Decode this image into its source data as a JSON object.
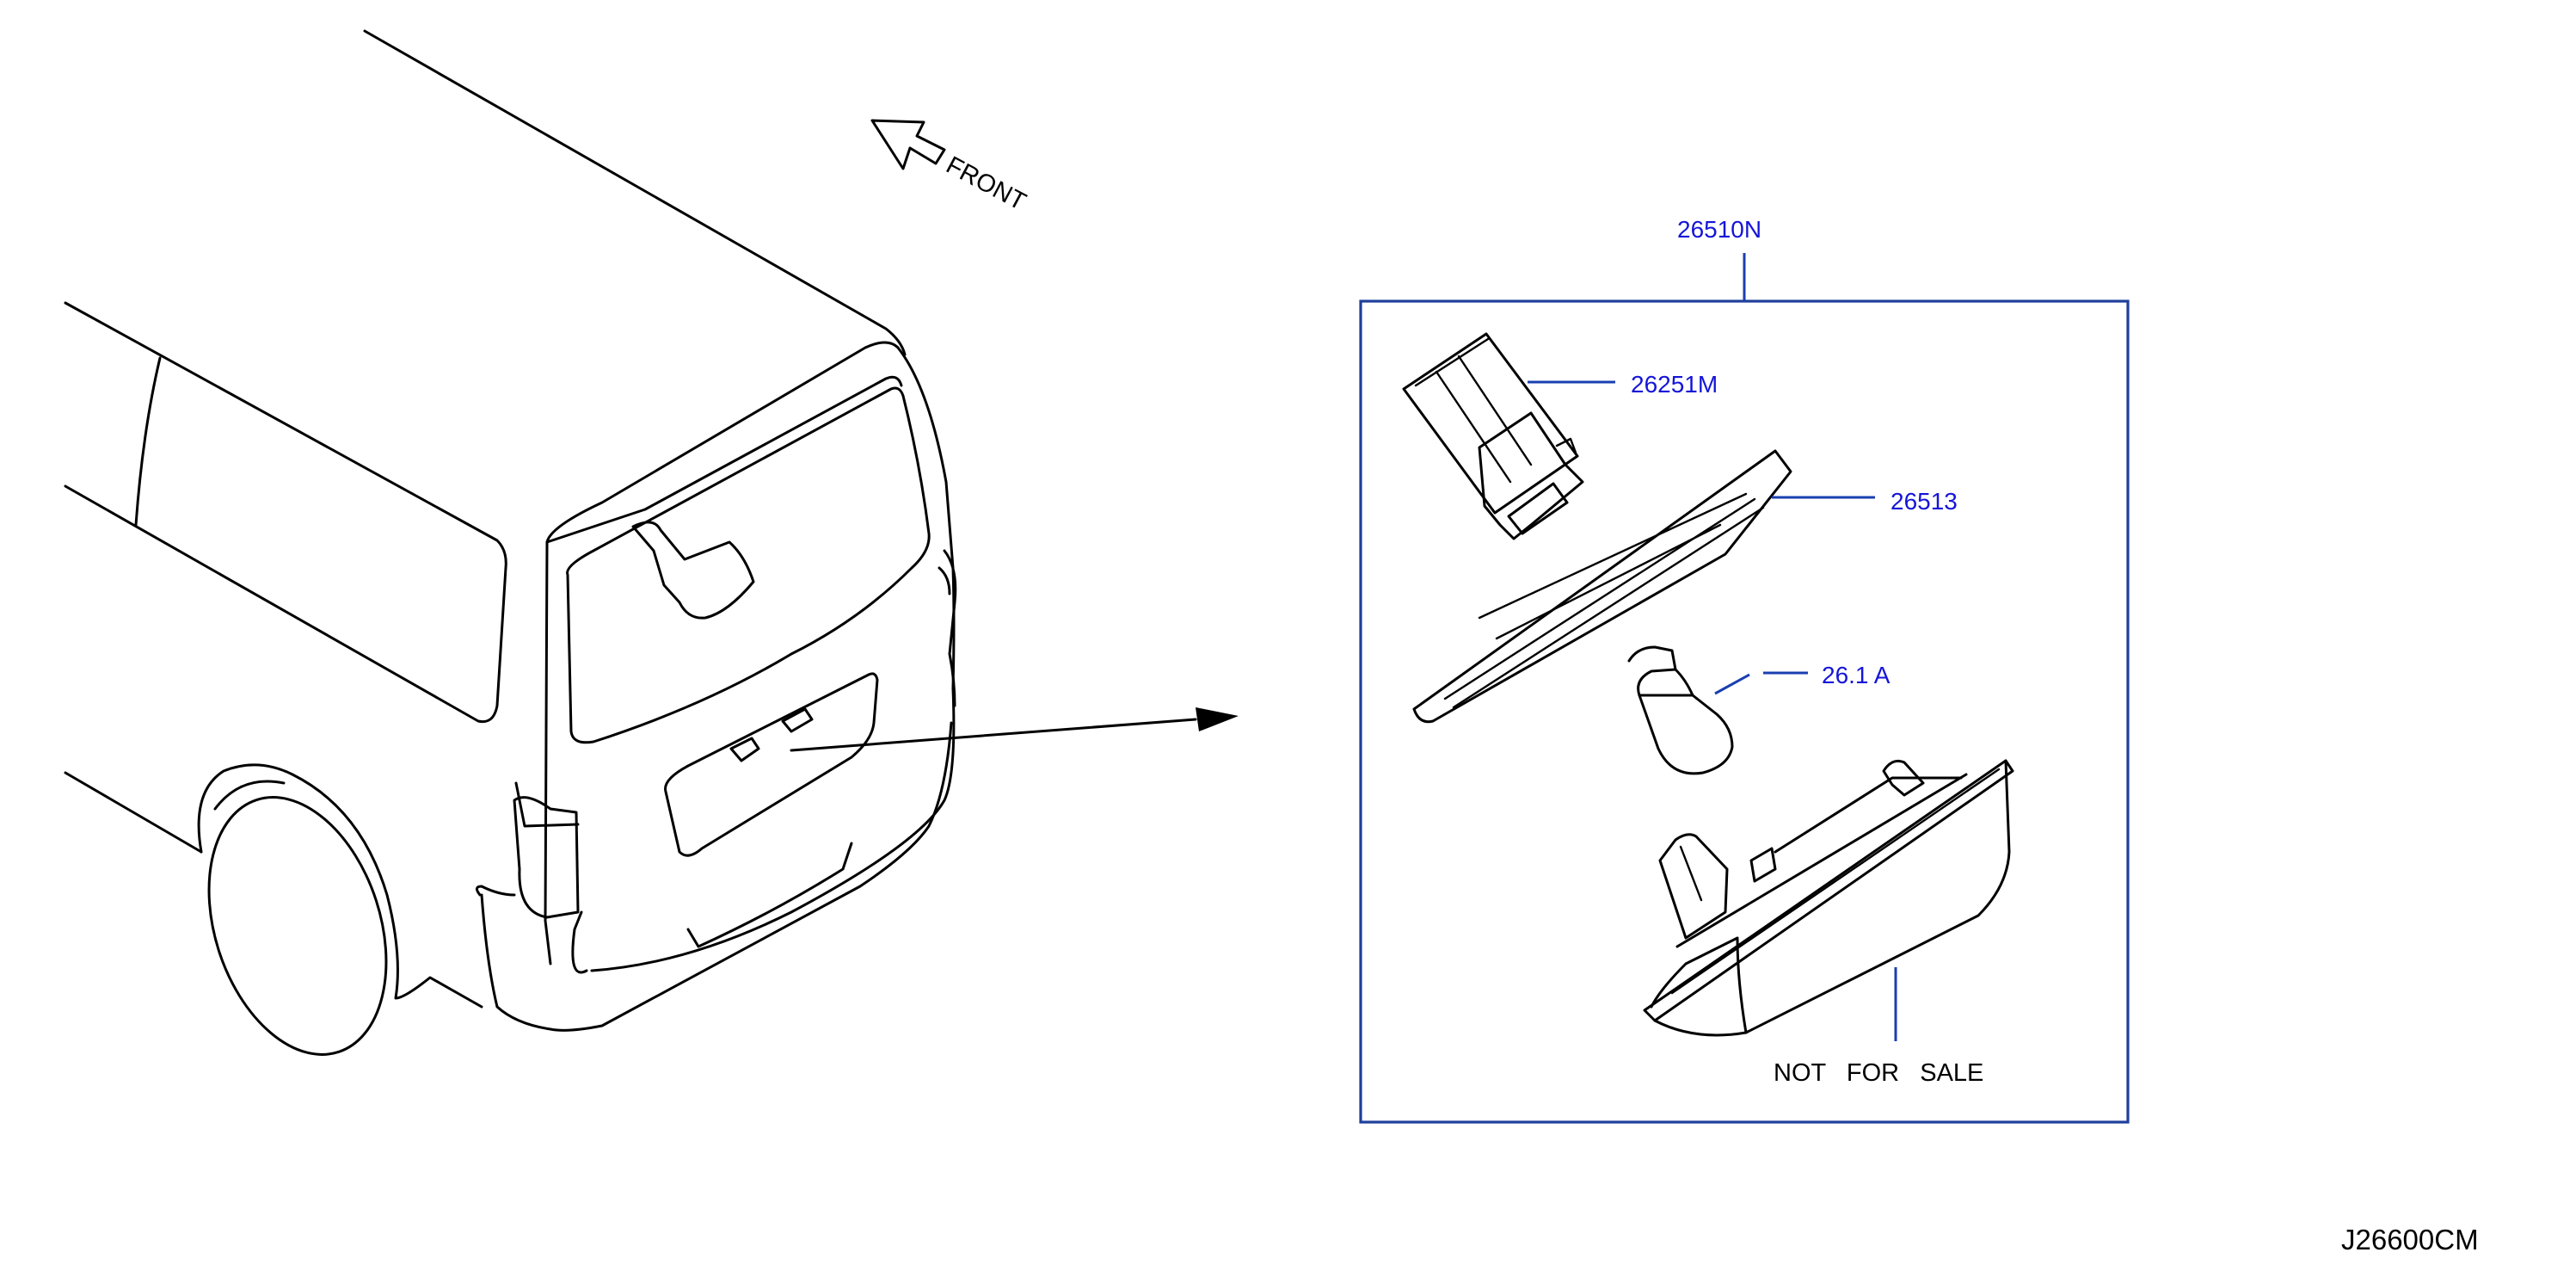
{
  "direction": {
    "label": "FRONT",
    "icon": "outline-arrow-icon"
  },
  "assembly": {
    "part_number": "26510N",
    "frame_color": "#1f3f9a"
  },
  "callouts": [
    {
      "part_number": "26251M"
    },
    {
      "part_number": "26513"
    },
    {
      "part_number": "26.1 A"
    }
  ],
  "lamp_body_note": "NOT   FOR   SALE",
  "diagram_code": "J26600CM",
  "colors": {
    "callout_text": "#1515d8",
    "line": "#000000"
  }
}
